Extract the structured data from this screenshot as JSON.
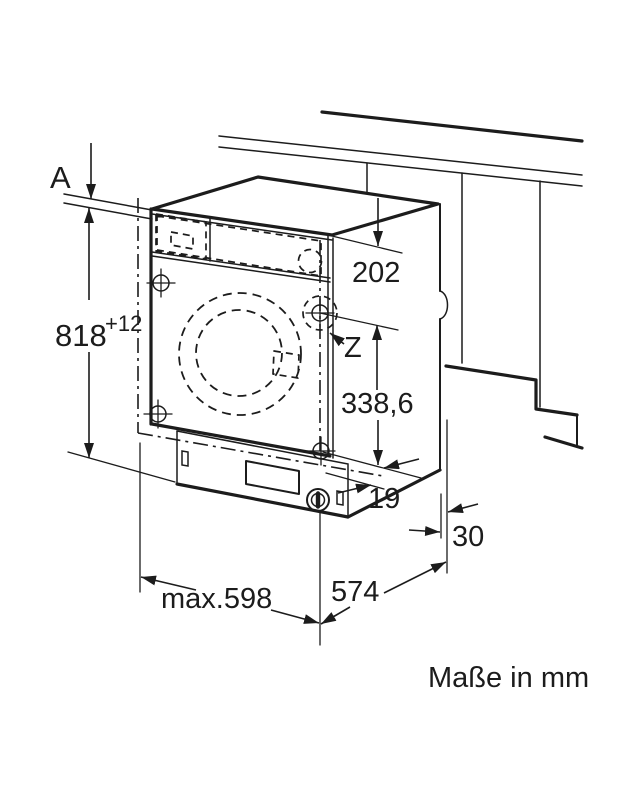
{
  "units_note": "Maße in mm",
  "dimensions": {
    "worktop_gap_label": "A",
    "niche_height": "818",
    "niche_height_tolerance": "+12",
    "top_to_hinge": "202",
    "hinge_point_label": "Z",
    "hinge_spacing": "338,6",
    "hinge_edge_offset": "19",
    "rear_gap": "30",
    "niche_width": "max.598",
    "machine_depth": "574"
  },
  "colors": {
    "line": "#1c1c1c",
    "background": "#ffffff"
  }
}
